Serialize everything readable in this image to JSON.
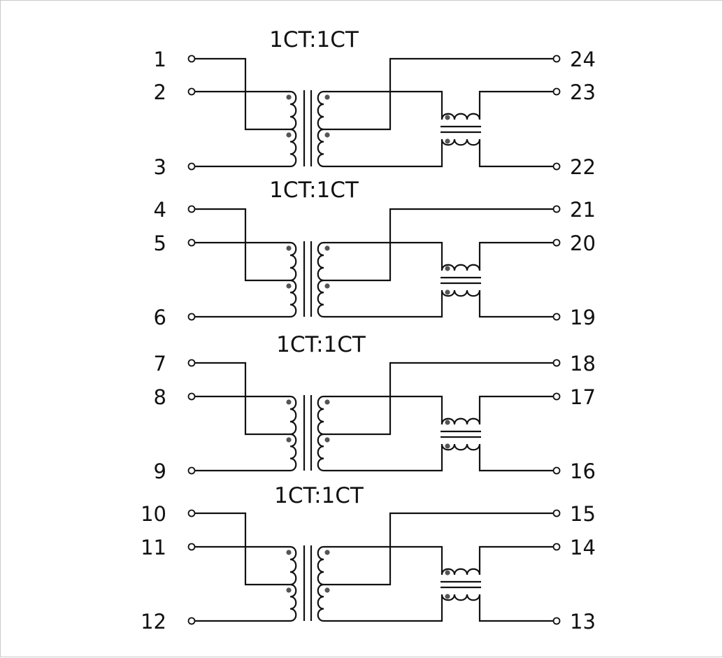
{
  "diagram": {
    "type": "schematic",
    "subject": "quad 1CT:1CT transformer with common-mode chokes",
    "colors": {
      "line": "#111111",
      "dot": "#555555",
      "background": "#ffffff",
      "border": "#c9c9c9"
    },
    "channels": [
      {
        "ratio": "1CT:1CT",
        "left_pins": [
          "1",
          "2",
          "3"
        ],
        "right_pins": [
          "24",
          "23",
          "22"
        ]
      },
      {
        "ratio": "1CT:1CT",
        "left_pins": [
          "4",
          "5",
          "6"
        ],
        "right_pins": [
          "21",
          "20",
          "19"
        ]
      },
      {
        "ratio": "1CT:1CT",
        "left_pins": [
          "7",
          "8",
          "9"
        ],
        "right_pins": [
          "18",
          "17",
          "16"
        ]
      },
      {
        "ratio": "1CT:1CT",
        "left_pins": [
          "10",
          "11",
          "12"
        ],
        "right_pins": [
          "15",
          "14",
          "13"
        ]
      }
    ]
  }
}
